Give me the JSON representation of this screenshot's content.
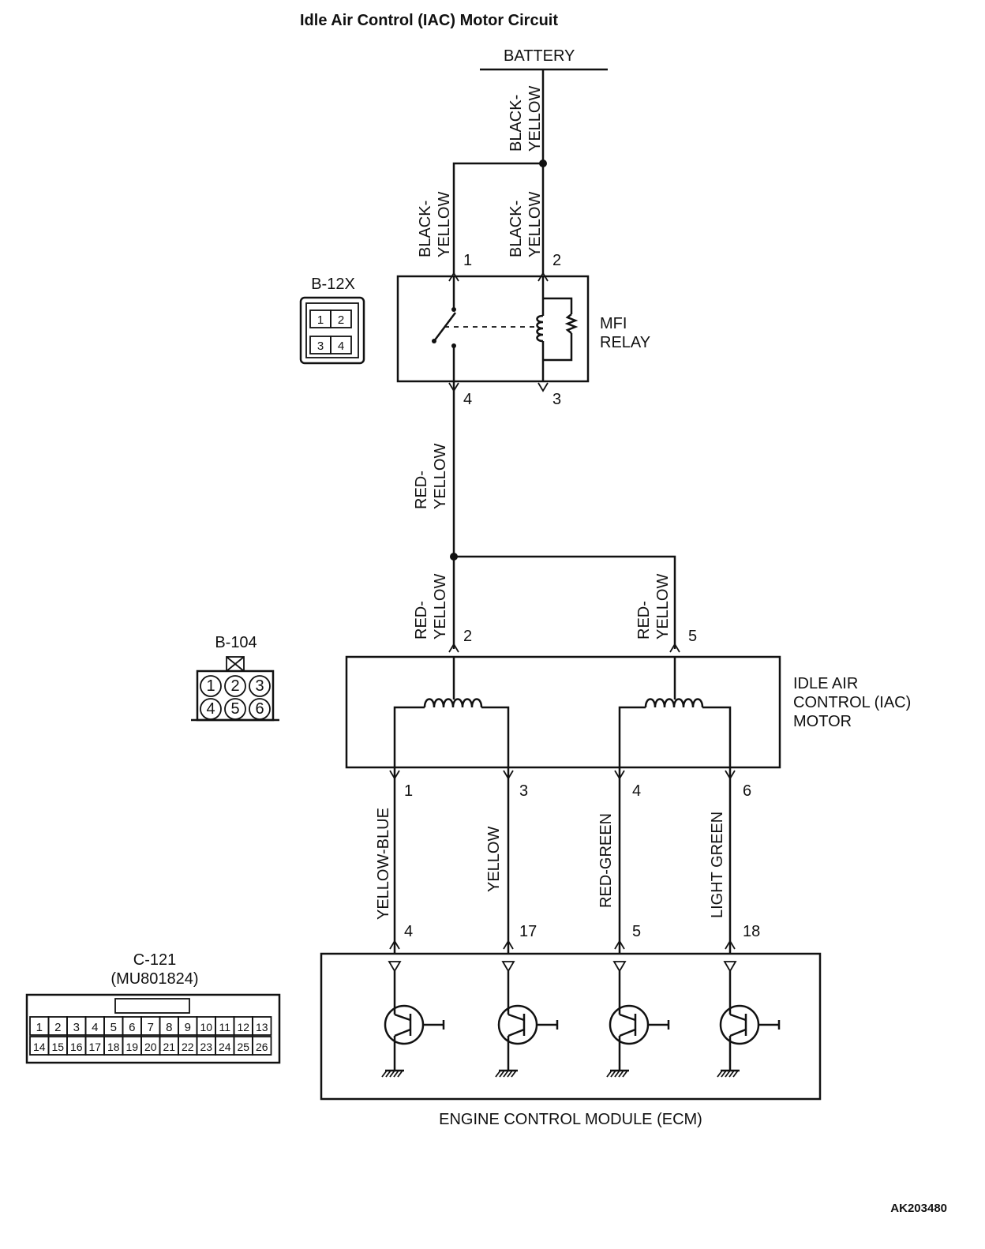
{
  "title": "Idle Air Control (IAC) Motor Circuit",
  "battery_label": "BATTERY",
  "wires": {
    "battery_feed": "BLACK-\nYELLOW",
    "relay_pin1": "BLACK-\nYELLOW",
    "relay_pin2": "BLACK-\nYELLOW",
    "relay_out": "RED-\nYELLOW",
    "iac_pin2": "RED-\nYELLOW",
    "iac_pin5": "RED-\nYELLOW",
    "iac_pin1": "YELLOW-BLUE",
    "iac_pin3": "YELLOW",
    "iac_pin4": "RED-GREEN",
    "iac_pin6": "LIGHT GREEN"
  },
  "relay": {
    "label_line1": "MFI",
    "label_line2": "RELAY",
    "pins": [
      "1",
      "2",
      "4",
      "3"
    ]
  },
  "iac_motor": {
    "label_line1": "IDLE AIR",
    "label_line2": "CONTROL (IAC)",
    "label_line3": "MOTOR",
    "top_pins": [
      "2",
      "5"
    ],
    "bottom_pins": [
      "1",
      "3",
      "4",
      "6"
    ]
  },
  "ecm": {
    "label": "ENGINE CONTROL MODULE (ECM)",
    "pins": [
      "4",
      "17",
      "5",
      "18"
    ]
  },
  "connectors": {
    "b12x": {
      "name": "B-12X",
      "cells": [
        "1",
        "2",
        "3",
        "4"
      ]
    },
    "b104": {
      "name": "B-104",
      "cells": [
        "1",
        "2",
        "3",
        "4",
        "5",
        "6"
      ]
    },
    "c121": {
      "name": "C-121",
      "part": "(MU801824)",
      "row1": [
        "1",
        "2",
        "3",
        "4",
        "5",
        "6",
        "7",
        "8",
        "9",
        "10",
        "11",
        "12",
        "13"
      ],
      "row2": [
        "14",
        "15",
        "16",
        "17",
        "18",
        "19",
        "20",
        "21",
        "22",
        "23",
        "24",
        "25",
        "26"
      ]
    }
  },
  "figure_code": "AK203480"
}
